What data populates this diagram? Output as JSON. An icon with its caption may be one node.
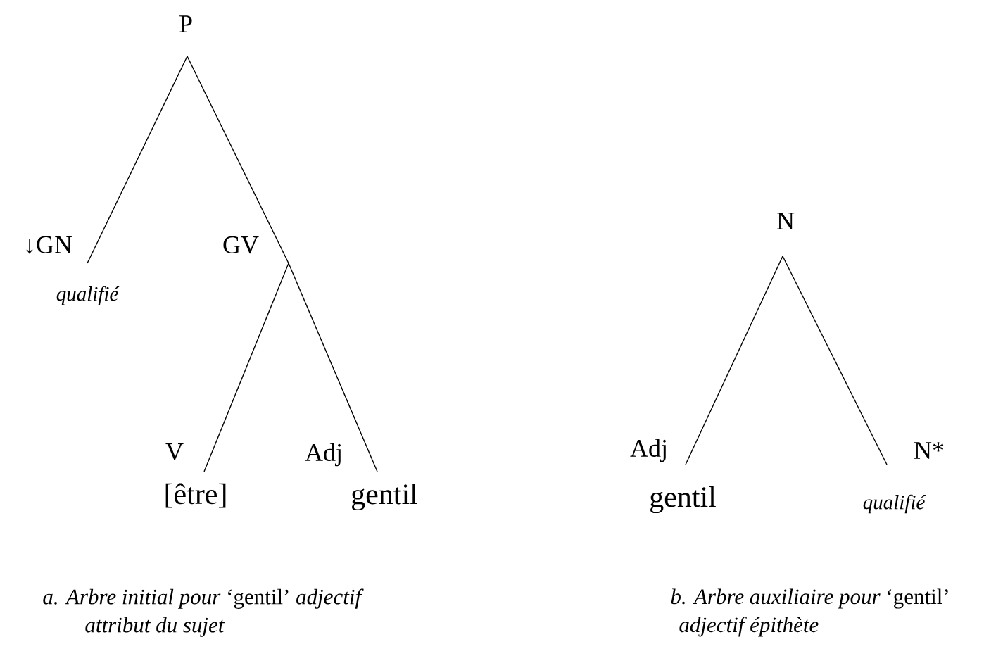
{
  "diagram": {
    "nodes": [
      {
        "text": [
          "P"
        ]
      },
      {
        "text": [
          "↓GN"
        ],
        "beside": [
          "qualifié"
        ]
      },
      {
        "text": [
          "GV"
        ]
      },
      {
        "text": [
          "V"
        ],
        "beside": [
          "[être]"
        ]
      },
      {
        "text": [
          "Adj"
        ],
        "beside": [
          "gentil"
        ]
      },
      {
        "text": [
          "N"
        ]
      },
      {
        "text": [
          "Adj"
        ],
        "beside": [
          "gentil"
        ]
      },
      {
        "text": [
          "N*"
        ],
        "beside": [
          "qualifié"
        ]
      }
    ],
    "edges": [
      {
        "from": 0,
        "to": 1,
        "arrow": "none"
      },
      {
        "from": 0,
        "to": 2,
        "arrow": "none"
      },
      {
        "from": 2,
        "to": 3,
        "arrow": "none"
      },
      {
        "from": 2,
        "to": 4,
        "arrow": "none"
      },
      {
        "from": 5,
        "to": 6,
        "arrow": "none"
      },
      {
        "from": 5,
        "to": 7,
        "arrow": "none"
      }
    ],
    "labels": [
      "*a. Arbre initial pour* ‘gentil’ *adjectif attribut du sujet*",
      "*b. Arbre auxiliaire pour* ‘gentil’ *adjectif épithète*"
    ]
  }
}
